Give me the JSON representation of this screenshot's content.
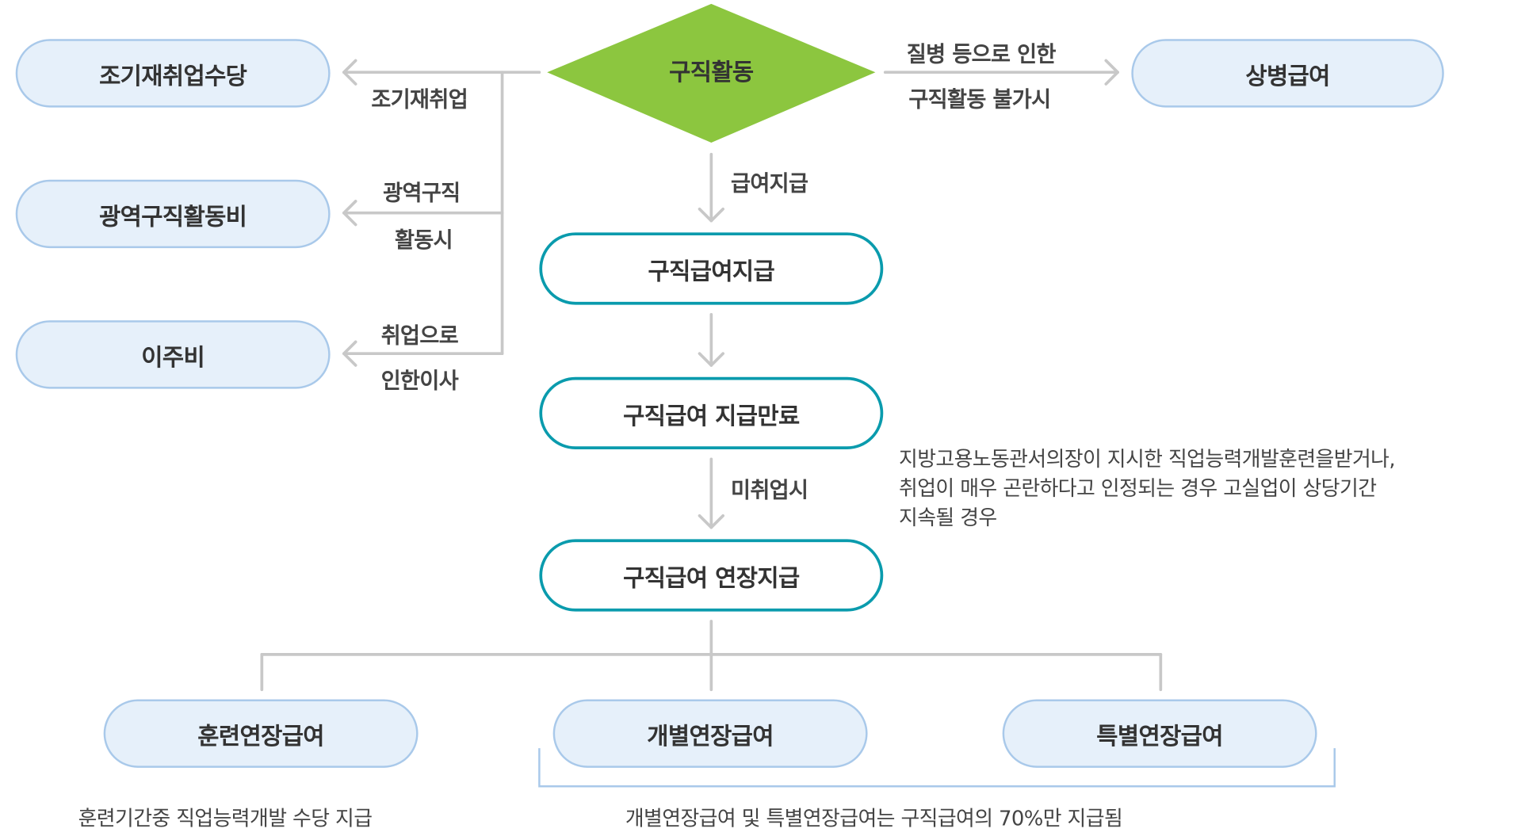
{
  "nodes": {
    "job_search": "구직활동",
    "early_reemployment_allowance": "조기재취업수당",
    "wide_area_job_search_cost": "광역구직활동비",
    "relocation_cost": "이주비",
    "sickness_benefit": "상병급여",
    "job_seeking_benefit_payment": "구직급여지급",
    "benefit_payment_completed": "구직급여 지급만료",
    "benefit_extension_payment": "구직급여 연장지급",
    "training_extension_benefit": "훈련연장급여",
    "individual_extension_benefit": "개별연장급여",
    "special_extension_benefit": "특별연장급여"
  },
  "edge_labels": {
    "early_reemployment": "조기재취업",
    "wide_area_line1": "광역구직",
    "wide_area_line2": "활동시",
    "relocation_line1": "취업으로",
    "relocation_line2": "인한이사",
    "sickness_line1": "질병 등으로 인한",
    "sickness_line2": "구직활동 불가시",
    "benefit_paid": "급여지급",
    "unemployed": "미취업시"
  },
  "notes": {
    "extension_condition_line1": "지방고용노동관서의장이 지시한 직업능력개발훈련을받거나,",
    "extension_condition_line2": "취업이 매우 곤란하다고 인정되는 경우 고실업이 상당기간",
    "extension_condition_line3": "지속될 경우",
    "training_note": "훈련기간중 직업능력개발 수당 지급",
    "extension_rate_note": "개별연장급여 및 특별연장급여는 구직급여의 70%만 지급됨"
  },
  "colors": {
    "diamond_fill": "#8cc63f",
    "soft_box_fill": "#e6f0fa",
    "soft_box_border": "#a9c9ea",
    "primary_box_border": "#0a9bad",
    "connector": "#c8c8c8",
    "bracket": "#a9c9ea"
  }
}
